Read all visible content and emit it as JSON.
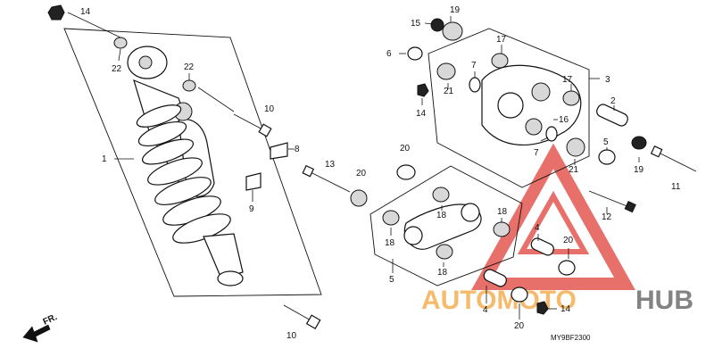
{
  "figure_code": "MY9BF2300",
  "direction_label": "FR.",
  "watermark": {
    "brand_part1": "AUTOMOTO",
    "brand_part2": "HUB",
    "color_red": "#e0413a",
    "color_orange": "#f2a43a",
    "color_grey": "#5a5a5a"
  },
  "callouts": {
    "c1": "1",
    "c2": "2",
    "c3": "3",
    "c4a": "4",
    "c4b": "4",
    "c5a": "5",
    "c5b": "5",
    "c6": "6",
    "c7a": "7",
    "c7b": "7",
    "c8": "8",
    "c9": "9",
    "c10a": "10",
    "c10b": "10",
    "c11": "11",
    "c12": "12",
    "c13": "13",
    "c14a": "14",
    "c14b": "14",
    "c14c": "14",
    "c15": "15",
    "c16": "16",
    "c17a": "17",
    "c17b": "17",
    "c18a": "18",
    "c18b": "18",
    "c18c": "18",
    "c18d": "18",
    "c19a": "19",
    "c19b": "19",
    "c20a": "20",
    "c20b": "20",
    "c20c": "20",
    "c20d": "20",
    "c21a": "21",
    "c21b": "21",
    "c22a": "22",
    "c22b": "22"
  }
}
